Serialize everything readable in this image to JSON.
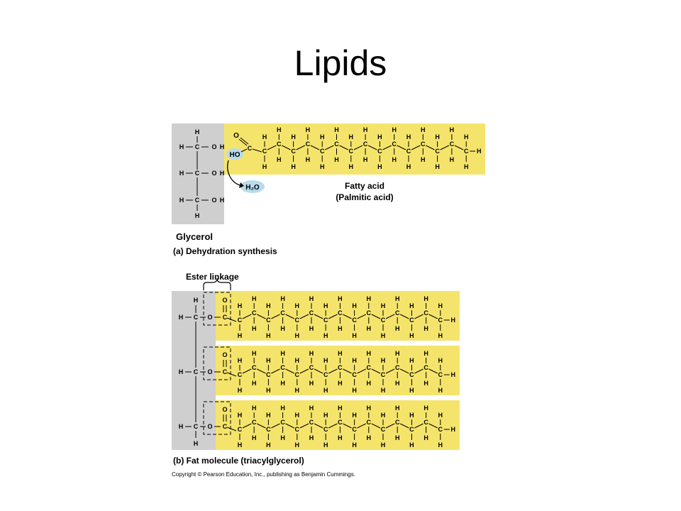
{
  "slide": {
    "title": "Lipids"
  },
  "panel_a": {
    "glycerol_label": "Glycerol",
    "caption": "(a) Dehydration synthesis",
    "fatty_acid_label": "Fatty acid",
    "fatty_acid_name": "(Palmitic acid)",
    "water_label": "H₂O",
    "hydroxyl_label": "HO",
    "oxygen_label": "O",
    "glycerol_groups": {
      "top_h": "H",
      "row1": "H—C—O H",
      "row2": "H—C—OH",
      "row3": "H—C—OH",
      "bottom_h": "H"
    }
  },
  "panel_b": {
    "ester_label": "Ester linkage",
    "caption": "(b) Fat molecule (triacylglycerol)"
  },
  "atoms": {
    "carbon": "C",
    "hydrogen": "H",
    "oxygen": "O"
  },
  "colors": {
    "fatty_acid_fill": "#f5e46b",
    "glycerol_fill": "#cfcfcf",
    "water_fill": "#b9dbee",
    "bond": "#000000"
  },
  "footer": {
    "copyright": "Copyright © Pearson Education, Inc., publishing as Benjamin Cummings."
  }
}
